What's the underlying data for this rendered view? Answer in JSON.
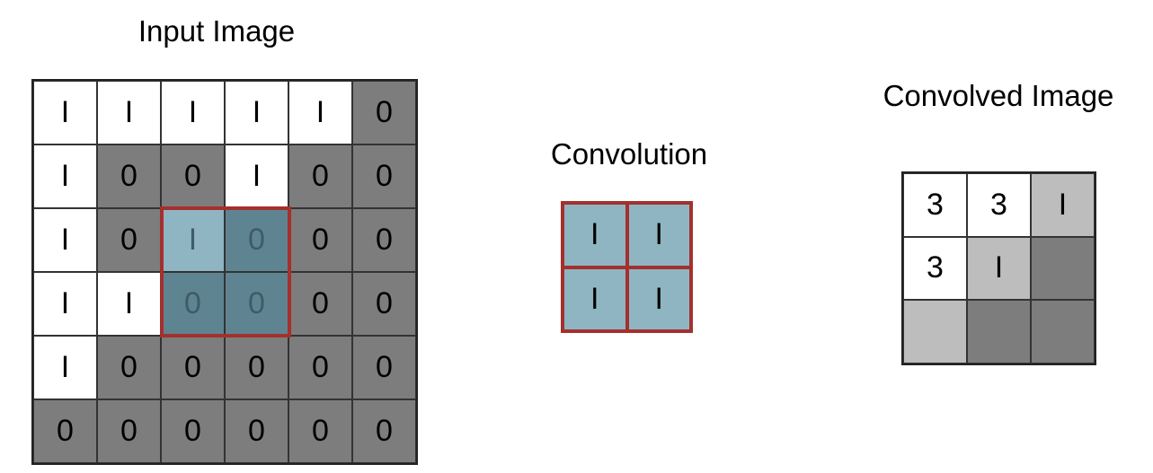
{
  "titles": {
    "input": "Input Image",
    "convolution": "Convolution",
    "output": "Convolved Image"
  },
  "colors": {
    "white": "#ffffff",
    "dark_gray": "#7d7d7d",
    "light_gray": "#bdbdbd",
    "highlight_light": "#8fb5c3",
    "highlight_dark": "#5f8491",
    "kernel_border": "#a4302e",
    "dim_text": "#3d5c67"
  },
  "input": {
    "rows": [
      [
        "I",
        "I",
        "I",
        "I",
        "I",
        "0"
      ],
      [
        "I",
        "0",
        "0",
        "I",
        "0",
        "0"
      ],
      [
        "I",
        "0",
        "I",
        "0",
        "0",
        "0"
      ],
      [
        "I",
        "I",
        "0",
        "0",
        "0",
        "0"
      ],
      [
        "I",
        "0",
        "0",
        "0",
        "0",
        "0"
      ],
      [
        "0",
        "0",
        "0",
        "0",
        "0",
        "0"
      ]
    ],
    "highlight": {
      "row": 2,
      "col": 2,
      "size": 2
    }
  },
  "kernel": {
    "rows": [
      [
        "I",
        "I"
      ],
      [
        "I",
        "I"
      ]
    ]
  },
  "output": {
    "rows": [
      [
        "3",
        "3",
        "I"
      ],
      [
        "3",
        "I",
        ""
      ],
      [
        "",
        "",
        ""
      ]
    ],
    "shades": [
      [
        "white",
        "white",
        "light_gray"
      ],
      [
        "white",
        "light_gray",
        "dark_gray"
      ],
      [
        "light_gray",
        "dark_gray",
        "dark_gray"
      ]
    ]
  }
}
